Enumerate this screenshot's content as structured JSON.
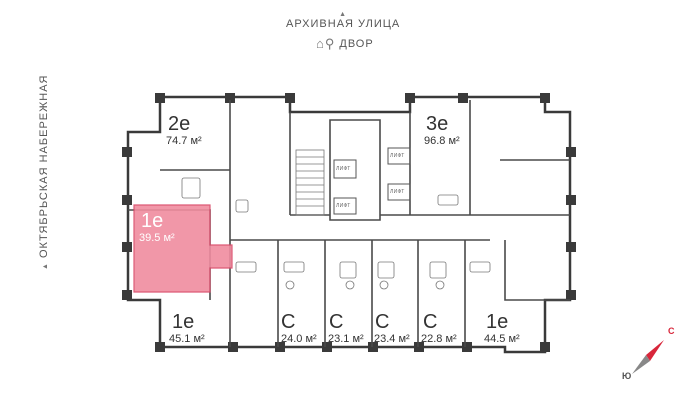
{
  "streets": {
    "top": "АРХИВНАЯ УЛИЦА",
    "yard": "ДВОР",
    "left": "ОКТЯБРЬСКАЯ НАБЕРЕЖНАЯ"
  },
  "apartments": [
    {
      "id": "2e-top",
      "type": "2е",
      "area": "74.7 м²",
      "selected": false
    },
    {
      "id": "3e-top",
      "type": "3е",
      "area": "96.8 м²",
      "selected": false
    },
    {
      "id": "1e-selected",
      "type": "1е",
      "area": "39.5 м²",
      "selected": true
    },
    {
      "id": "1e-bottom-left",
      "type": "1е",
      "area": "45.1 м²",
      "selected": false
    },
    {
      "id": "c-1",
      "type": "С",
      "area": "24.0 м²",
      "selected": false
    },
    {
      "id": "c-2",
      "type": "С",
      "area": "23.1 м²",
      "selected": false
    },
    {
      "id": "c-3",
      "type": "С",
      "area": "23.4 м²",
      "selected": false
    },
    {
      "id": "c-4",
      "type": "С",
      "area": "22.8 м²",
      "selected": false
    },
    {
      "id": "1e-bottom-right",
      "type": "1е",
      "area": "44.5 м²",
      "selected": false
    }
  ],
  "lifts": [
    "ЛИФТ",
    "ЛИФТ",
    "ЛИФТ",
    "ЛИФТ"
  ],
  "compass": {
    "north": "С",
    "south": "Ю"
  },
  "colors": {
    "selected_fill": "#f08c9f",
    "selected_border": "#d94a68",
    "wall": "#3a3a3a",
    "compass_north": "#d8263a"
  }
}
